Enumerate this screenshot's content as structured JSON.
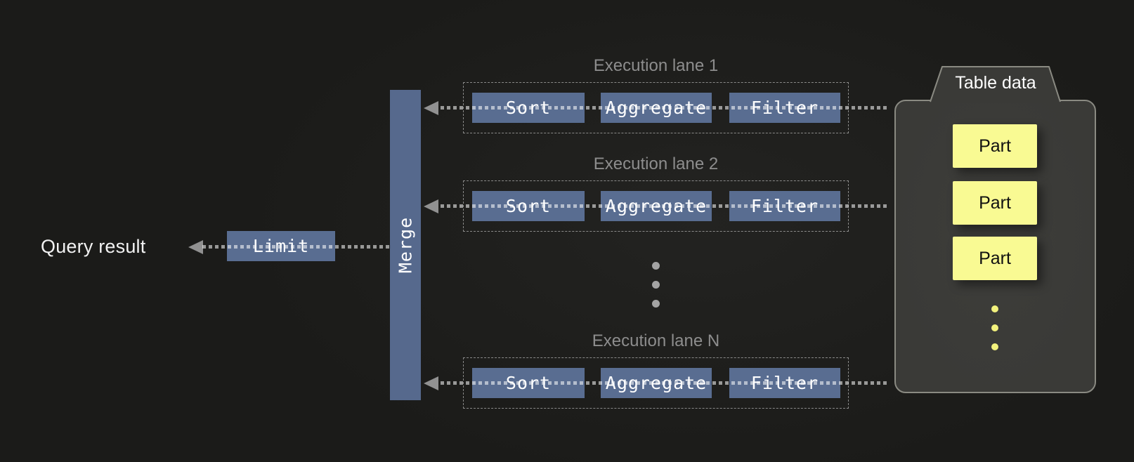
{
  "colors": {
    "bg": "#1b1b19",
    "box-blue": "#596d91",
    "merge-blue": "#56698d",
    "part-yellow": "#f9fa93",
    "dot-yellow": "#f3f27d",
    "panel-fill": "#3a3a37",
    "panel-border": "#8a8a82",
    "arrow-gray": "#919191",
    "lane-title": "#8d8d8d",
    "text-white": "#f2f2f2",
    "ellipsis-gray": "#a3a3a3"
  },
  "query_result": {
    "label": "Query result"
  },
  "limit": {
    "label": "Limit"
  },
  "merge": {
    "label": "Merge"
  },
  "lanes": [
    {
      "title": "Execution lane 1",
      "operators": [
        "Sort",
        "Aggregate",
        "Filter"
      ]
    },
    {
      "title": "Execution lane 2",
      "operators": [
        "Sort",
        "Aggregate",
        "Filter"
      ]
    },
    {
      "title": "Execution lane N",
      "operators": [
        "Sort",
        "Aggregate",
        "Filter"
      ]
    }
  ],
  "table_data": {
    "title": "Table data",
    "parts": [
      "Part",
      "Part",
      "Part"
    ]
  }
}
